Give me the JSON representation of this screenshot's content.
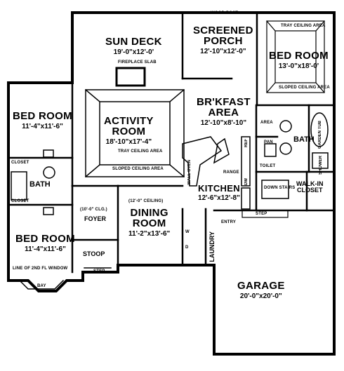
{
  "rooms": {
    "sun_deck": {
      "name": "SUN DECK",
      "dim": "19'-0\"x12'-0'"
    },
    "screened_porch": {
      "name1": "SCREENED",
      "name2": "PORCH",
      "dim": "12'-10\"x12'-0\""
    },
    "master_bed": {
      "name": "BED ROOM",
      "dim": "13'-0\"x18'-0'"
    },
    "bed_room_1": {
      "name": "BED ROOM",
      "dim": "11'-4\"x11'-6\""
    },
    "activity_room": {
      "name1": "ACTIVITY",
      "name2": "ROOM",
      "dim": "18'-10\"x17'-4\""
    },
    "brkfast_area": {
      "name1": "BR'KFAST",
      "name2": "AREA",
      "dim": "12'-10\"x8'-10\""
    },
    "bath_left": {
      "name": "BATH"
    },
    "bath_right": {
      "name": "BATH"
    },
    "closet_left_1": {
      "name": "CLOSET"
    },
    "closet_left_2": {
      "name": "CLOSET"
    },
    "toilet": {
      "name": "TOILET"
    },
    "walk_in_closet": {
      "name1": "WALK-IN",
      "name2": "CLOSET"
    },
    "kitchen": {
      "name": "KITCHEN",
      "dim": "12'-6\"x12'-8\""
    },
    "dining_room": {
      "name1": "DINING",
      "name2": "ROOM",
      "dim": "11'-2\"x13'-6\"",
      "ceiling": "(12'-0\" CEILING)"
    },
    "foyer": {
      "name": "FOYER",
      "ceiling": "(10'-0\" CLG.)"
    },
    "stoop": {
      "name": "STOOP"
    },
    "bed_room_2": {
      "name": "BED ROOM",
      "dim": "11'-4\"x11'-6\""
    },
    "garage": {
      "name": "GARAGE",
      "dim": "20'-0\"x20'-0\""
    },
    "laundry": {
      "name": "LAUNDRY"
    },
    "entry": {
      "name": "ENTRY"
    }
  },
  "notes": {
    "wood_post": "WOOD POST",
    "fireplace": "FIREPLACE SLAB",
    "tray_ceiling_top": "TRAY CEILING AREA",
    "sloped_ceiling_top": "SLOPED CEILING AREA",
    "tray_ceiling_act": "TRAY CEILING AREA",
    "sloped_ceiling_act": "SLOPED CEILING AREA",
    "area": "AREA",
    "range": "RANGE",
    "pantry": "PAN",
    "wall_oven": "WALL OVEN",
    "ref": "REF",
    "disw": "DW",
    "wash": "W",
    "dry": "D",
    "down_stairs": "DOWN STAIRS",
    "shower": "SHOWER",
    "garden_tub": "GARDEN TUB",
    "line_of_roof": "LINE OF 2ND FL WINDOW",
    "bay": "BAY",
    "step": "STEP",
    "step2": "STEP"
  }
}
